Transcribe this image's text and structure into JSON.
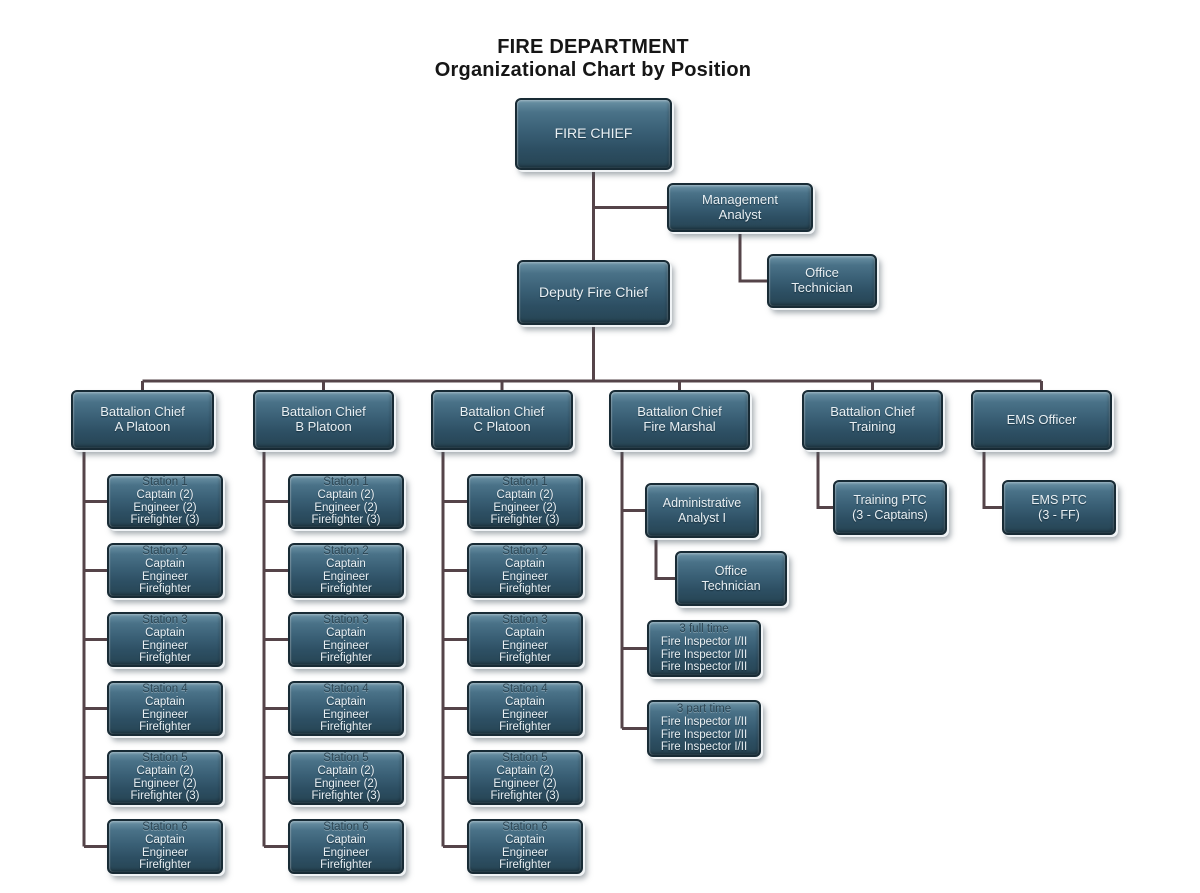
{
  "title": {
    "line1": "FIRE DEPARTMENT",
    "line2": "Organizational Chart by Position"
  },
  "colors": {
    "connector": "#554449",
    "box_top": "#6c93a6",
    "box_bottom": "#264453",
    "box_border": "#182b35",
    "box_text": "#e9f0f4",
    "title_text": "#161616",
    "background": "#ffffff"
  },
  "nodes": {
    "fire_chief": {
      "lines": [
        "FIRE CHIEF"
      ]
    },
    "management_analyst": {
      "lines": [
        "Management",
        "Analyst"
      ]
    },
    "office_technician_1": {
      "lines": [
        "Office",
        "Technician"
      ]
    },
    "deputy_fire_chief": {
      "lines": [
        "Deputy Fire Chief"
      ]
    },
    "bc_a_platoon": {
      "lines": [
        "Battalion Chief",
        "A Platoon"
      ]
    },
    "bc_b_platoon": {
      "lines": [
        "Battalion Chief",
        "B Platoon"
      ]
    },
    "bc_c_platoon": {
      "lines": [
        "Battalion Chief",
        "C Platoon"
      ]
    },
    "bc_fire_marshal": {
      "lines": [
        "Battalion Chief",
        "Fire Marshal"
      ]
    },
    "bc_training": {
      "lines": [
        "Battalion Chief",
        "Training"
      ]
    },
    "ems_officer": {
      "lines": [
        "EMS Officer"
      ]
    },
    "a_station_1": {
      "lines": [
        "Station 1",
        "Captain (2)",
        "Engineer (2)",
        "Firefighter (3)"
      ]
    },
    "a_station_2": {
      "lines": [
        "Station 2",
        "Captain",
        "Engineer",
        "Firefighter"
      ]
    },
    "a_station_3": {
      "lines": [
        "Station 3",
        "Captain",
        "Engineer",
        "Firefighter"
      ]
    },
    "a_station_4": {
      "lines": [
        "Station 4",
        "Captain",
        "Engineer",
        "Firefighter"
      ]
    },
    "a_station_5": {
      "lines": [
        "Station 5",
        "Captain (2)",
        "Engineer (2)",
        "Firefighter (3)"
      ]
    },
    "a_station_6": {
      "lines": [
        "Station 6",
        "Captain",
        "Engineer",
        "Firefighter"
      ]
    },
    "b_station_1": {
      "lines": [
        "Station 1",
        "Captain (2)",
        "Engineer (2)",
        "Firefighter (3)"
      ]
    },
    "b_station_2": {
      "lines": [
        "Station 2",
        "Captain",
        "Engineer",
        "Firefighter"
      ]
    },
    "b_station_3": {
      "lines": [
        "Station 3",
        "Captain",
        "Engineer",
        "Firefighter"
      ]
    },
    "b_station_4": {
      "lines": [
        "Station 4",
        "Captain",
        "Engineer",
        "Firefighter"
      ]
    },
    "b_station_5": {
      "lines": [
        "Station 5",
        "Captain (2)",
        "Engineer (2)",
        "Firefighter (3)"
      ]
    },
    "b_station_6": {
      "lines": [
        "Station 6",
        "Captain",
        "Engineer",
        "Firefighter"
      ]
    },
    "c_station_1": {
      "lines": [
        "Station 1",
        "Captain (2)",
        "Engineer (2)",
        "Firefighter (3)"
      ]
    },
    "c_station_2": {
      "lines": [
        "Station 2",
        "Captain",
        "Engineer",
        "Firefighter"
      ]
    },
    "c_station_3": {
      "lines": [
        "Station 3",
        "Captain",
        "Engineer",
        "Firefighter"
      ]
    },
    "c_station_4": {
      "lines": [
        "Station 4",
        "Captain",
        "Engineer",
        "Firefighter"
      ]
    },
    "c_station_5": {
      "lines": [
        "Station 5",
        "Captain (2)",
        "Engineer (2)",
        "Firefighter (3)"
      ]
    },
    "c_station_6": {
      "lines": [
        "Station 6",
        "Captain",
        "Engineer",
        "Firefighter"
      ]
    },
    "admin_analyst": {
      "lines": [
        "Administrative",
        "Analyst I"
      ]
    },
    "office_technician_2": {
      "lines": [
        "Office",
        "Technician"
      ]
    },
    "fire_inspectors_full_time": {
      "lines": [
        "3 full time",
        "Fire Inspector I/II",
        "Fire Inspector I/II",
        "Fire Inspector I/II"
      ]
    },
    "fire_inspectors_part_time": {
      "lines": [
        "3 part time",
        "Fire Inspector I/II",
        "Fire Inspector I/II",
        "Fire Inspector I/II"
      ]
    },
    "training_ptc": {
      "lines": [
        "Training PTC",
        "(3 - Captains)"
      ]
    },
    "ems_ptc": {
      "lines": [
        "EMS PTC",
        "(3 - FF)"
      ]
    }
  },
  "hierarchy": [
    [
      "management_analyst",
      "fire_chief"
    ],
    [
      "office_technician_1",
      "management_analyst"
    ],
    [
      "deputy_fire_chief",
      "fire_chief"
    ],
    [
      "bc_a_platoon",
      "deputy_fire_chief"
    ],
    [
      "bc_b_platoon",
      "deputy_fire_chief"
    ],
    [
      "bc_c_platoon",
      "deputy_fire_chief"
    ],
    [
      "bc_fire_marshal",
      "deputy_fire_chief"
    ],
    [
      "bc_training",
      "deputy_fire_chief"
    ],
    [
      "ems_officer",
      "deputy_fire_chief"
    ],
    [
      "a_station_1",
      "bc_a_platoon"
    ],
    [
      "a_station_2",
      "bc_a_platoon"
    ],
    [
      "a_station_3",
      "bc_a_platoon"
    ],
    [
      "a_station_4",
      "bc_a_platoon"
    ],
    [
      "a_station_5",
      "bc_a_platoon"
    ],
    [
      "a_station_6",
      "bc_a_platoon"
    ],
    [
      "b_station_1",
      "bc_b_platoon"
    ],
    [
      "b_station_2",
      "bc_b_platoon"
    ],
    [
      "b_station_3",
      "bc_b_platoon"
    ],
    [
      "b_station_4",
      "bc_b_platoon"
    ],
    [
      "b_station_5",
      "bc_b_platoon"
    ],
    [
      "b_station_6",
      "bc_b_platoon"
    ],
    [
      "c_station_1",
      "bc_c_platoon"
    ],
    [
      "c_station_2",
      "bc_c_platoon"
    ],
    [
      "c_station_3",
      "bc_c_platoon"
    ],
    [
      "c_station_4",
      "bc_c_platoon"
    ],
    [
      "c_station_5",
      "bc_c_platoon"
    ],
    [
      "c_station_6",
      "bc_c_platoon"
    ],
    [
      "admin_analyst",
      "bc_fire_marshal"
    ],
    [
      "office_technician_2",
      "admin_analyst"
    ],
    [
      "fire_inspectors_full_time",
      "bc_fire_marshal"
    ],
    [
      "fire_inspectors_part_time",
      "bc_fire_marshal"
    ],
    [
      "training_ptc",
      "bc_training"
    ],
    [
      "ems_ptc",
      "ems_officer"
    ]
  ]
}
